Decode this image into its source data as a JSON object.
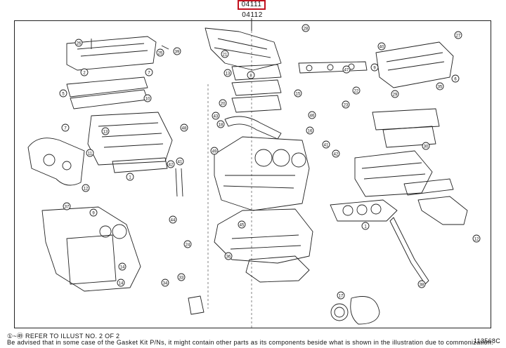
{
  "header": {
    "kit_code": "04111",
    "sub_code": "04112"
  },
  "footer": {
    "line1": "①~㊾ REFER TO ILLUST NO. 2 OF 2",
    "line2": "Be advised that in some case of the Gasket Kit P/Ns, it might contain other parts as its components beside what is shown in the illustration due to commonization.",
    "ref_number": "113568C"
  },
  "callouts": [
    "1",
    "2",
    "3",
    "4",
    "5",
    "6",
    "7",
    "8",
    "9",
    "10",
    "11",
    "12",
    "13",
    "14",
    "15",
    "16",
    "17",
    "18",
    "19",
    "20",
    "21",
    "22",
    "23",
    "24",
    "25",
    "26",
    "27",
    "28",
    "29",
    "30",
    "31",
    "32",
    "33",
    "34",
    "35",
    "36",
    "37",
    "38",
    "39",
    "40",
    "41",
    "42",
    "43",
    "44",
    "45",
    "46",
    "47",
    "48",
    "49"
  ]
}
